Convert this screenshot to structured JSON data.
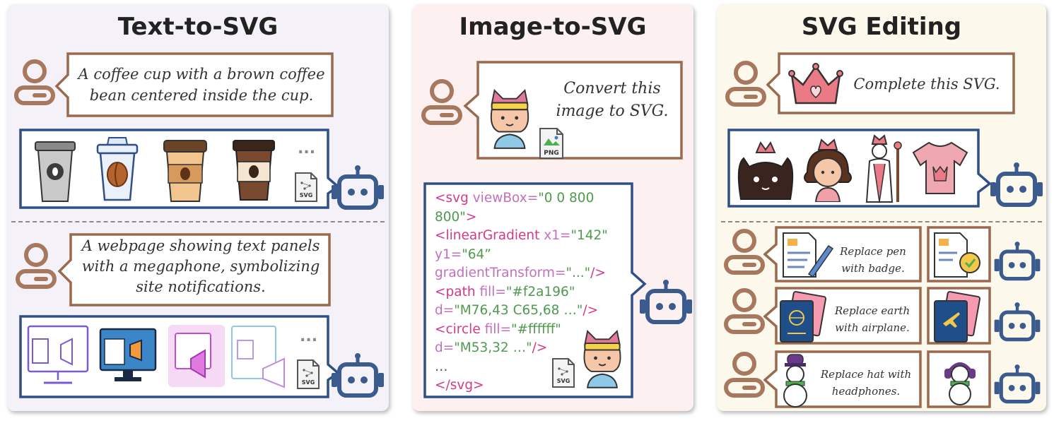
{
  "panels": {
    "text_to_svg": {
      "title": "Text-to-SVG",
      "prompt1": [
        "A coffee cup with a brown coffee",
        "bean centered inside the cup."
      ],
      "prompt2": [
        "A webpage showing text panels",
        "with a megaphone, symbolizing",
        "site notifications."
      ],
      "ellipsis": "...",
      "svg_file_label": "SVG"
    },
    "image_to_svg": {
      "title": "Image-to-SVG",
      "prompt": [
        "Convert this",
        "image to SVG."
      ],
      "png_file_label": "PNG",
      "svg_file_label": "SVG",
      "code": {
        "l1_tag": "<svg",
        "l1_attr": " viewBox=",
        "l1_val": "\"0 0 800",
        "l2_val": "800\"",
        "l2_end": ">",
        "l3_tag": "<linearGradient",
        "l3_attr": " x1=",
        "l3_val": "\"142\"",
        "l4_attr": "y1=",
        "l4_val": "\"64”",
        "l5_attr": "gradientTransform=",
        "l5_val": "\"...\"",
        "l5_end": "/>",
        "l6_tag": "<path",
        "l6_attr": " fill=",
        "l6_val": "\"#f2a196\"",
        "l7_attr": "d=",
        "l7_val": "\"M76,43 C65,68 …\"",
        "l7_end": "/>",
        "l8_tag": "<circle",
        "l8_attr": " fill=",
        "l8_val": "\"#ffffff\"",
        "l9_attr": "d=",
        "l9_val": "\"M53,32 …\"",
        "l9_end": "/>",
        "l10": "…",
        "l11_tag": "</svg",
        "l11_end": ">"
      }
    },
    "svg_editing": {
      "title": "SVG Editing",
      "prompt": "Complete this SVG.",
      "edit1": [
        "Replace pen",
        "with badge."
      ],
      "edit2": [
        "Replace earth",
        "with airplane."
      ],
      "edit3": [
        "Replace hat with",
        "headphones."
      ]
    }
  },
  "colors": {
    "panel1_bg": "#f4f2f8",
    "panel2_bg": "#fcf1f0",
    "panel3_bg": "#fcf8ec",
    "user_bubble_border": "#9a6a4e",
    "robot_bubble_border": "#2f4f86",
    "user_icon": "#a8785e",
    "robot_icon": "#3b5a8e"
  }
}
